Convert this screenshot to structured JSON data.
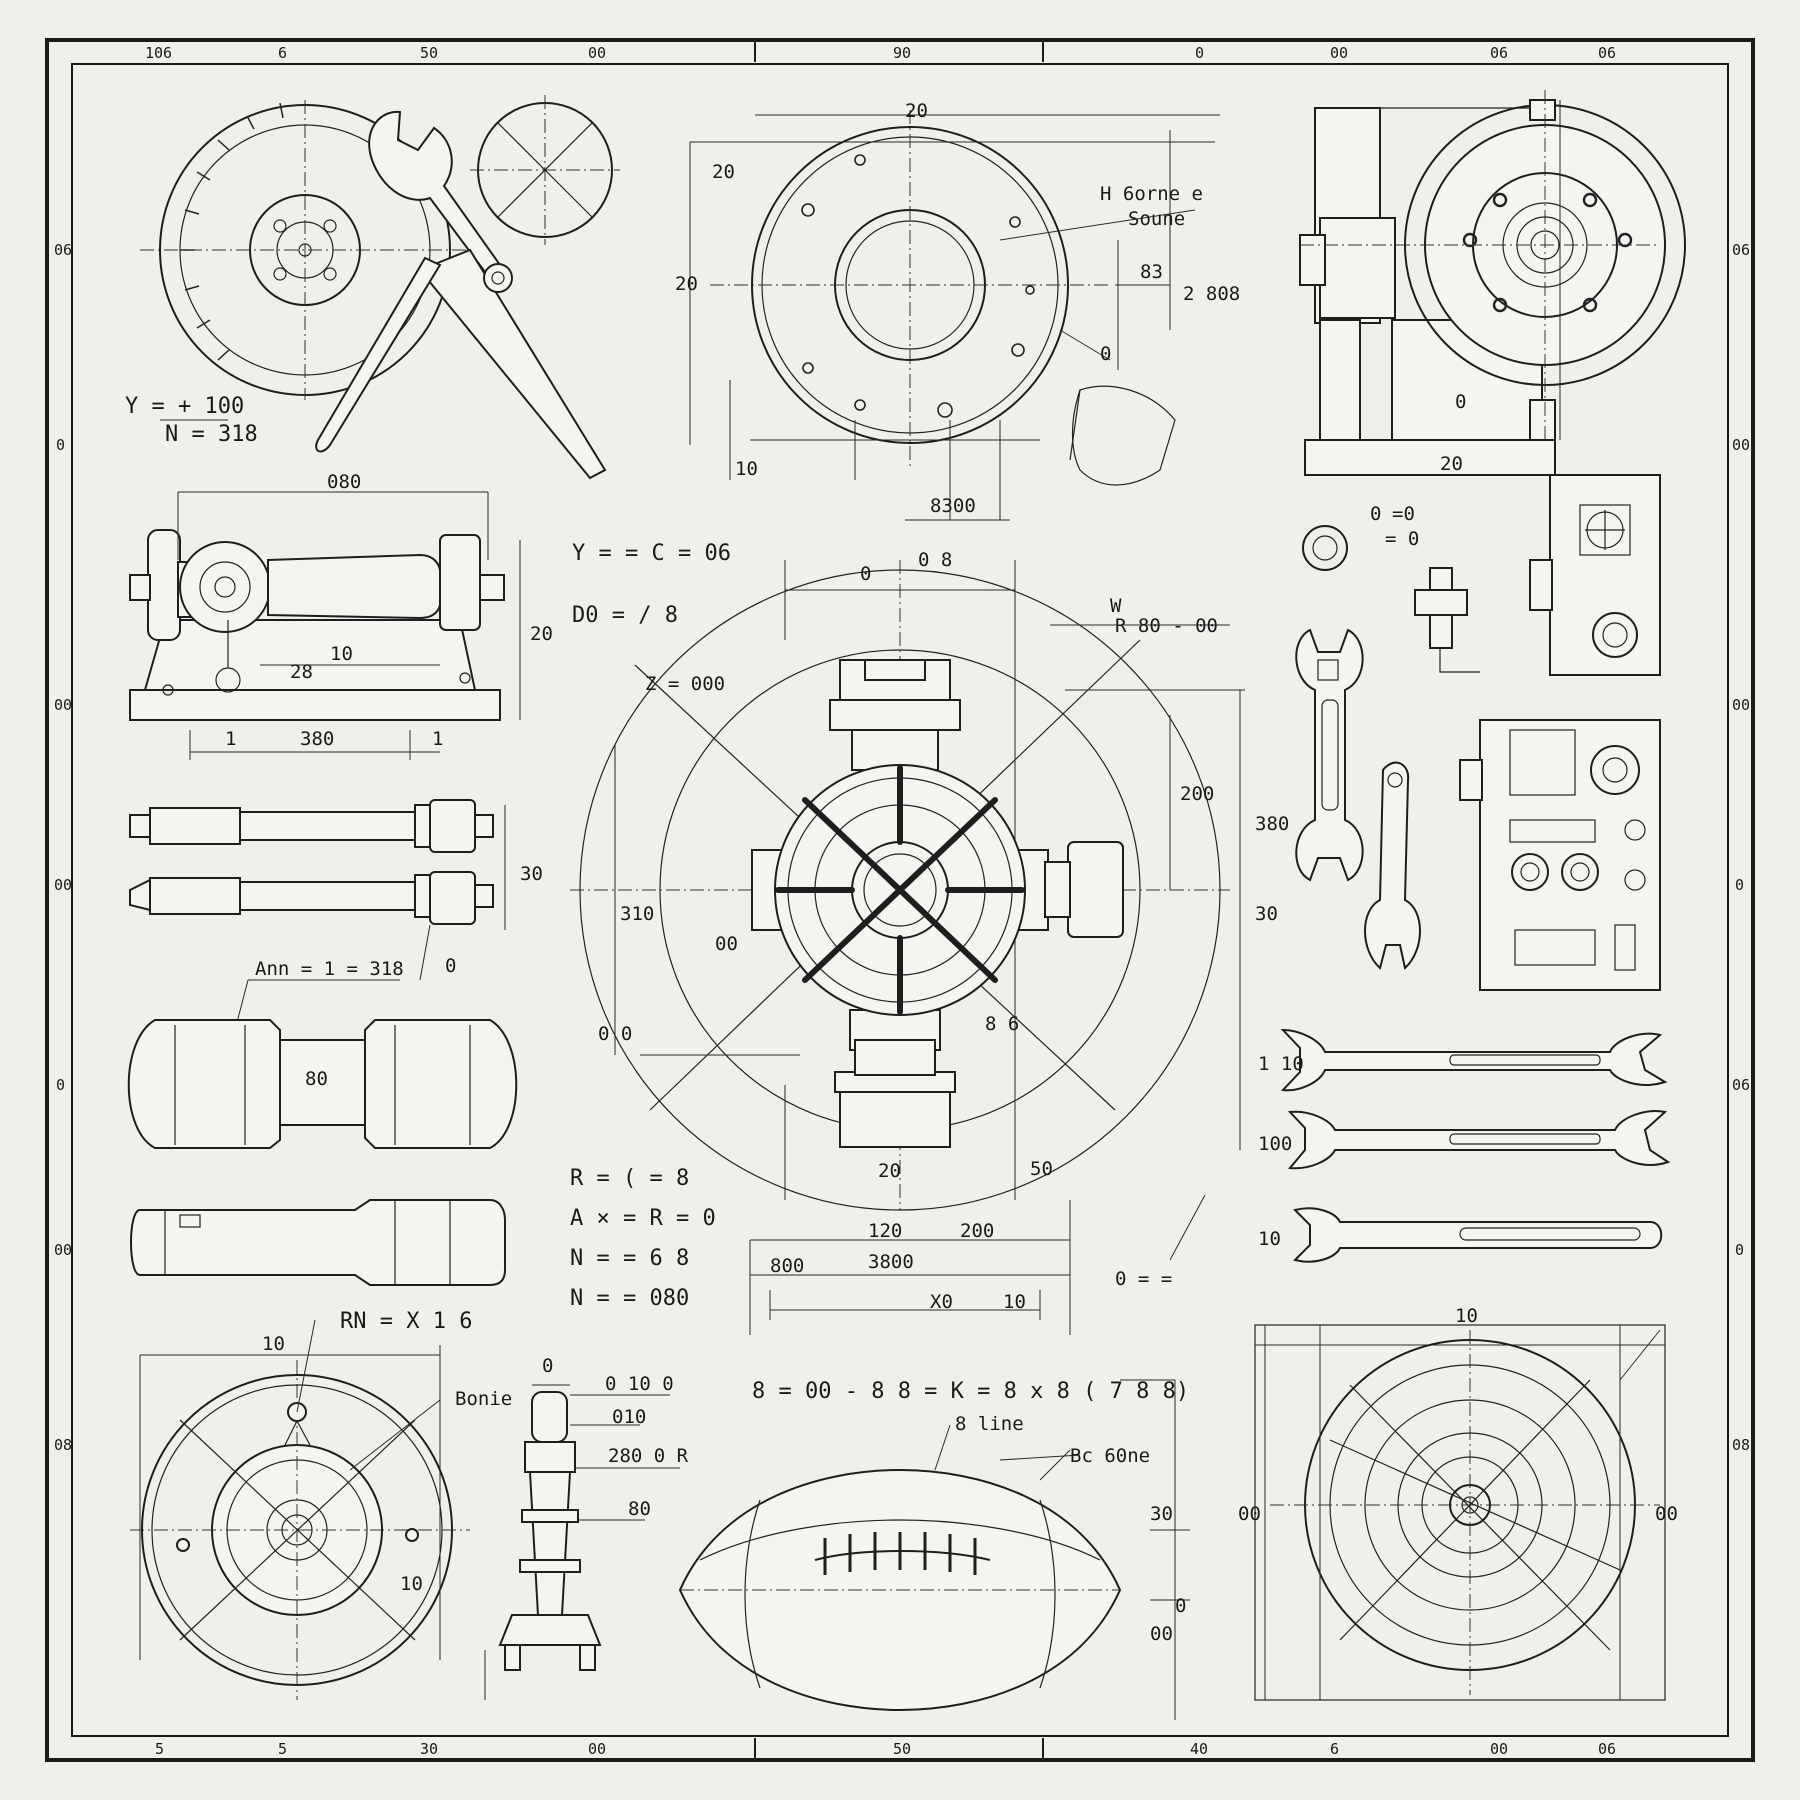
{
  "colors": {
    "paper": "#efefec",
    "ink": "#1e1e1e"
  },
  "ruler": {
    "top": [
      "106",
      "6",
      "50",
      "00",
      "90",
      "0",
      "00",
      "06",
      "06"
    ],
    "bottom": [
      "5",
      "5",
      "30",
      "00",
      "50",
      "40",
      "6",
      "00",
      "06"
    ],
    "left": [
      "06",
      "0",
      "00",
      "00",
      "0",
      "00",
      "08"
    ],
    "right": [
      "06",
      "00",
      "00",
      "0",
      "06",
      "0",
      "08"
    ]
  },
  "labels": {
    "gauge_eq1": "Y = + 100",
    "gauge_eq2": "N = 318",
    "ring_top": "20",
    "ring_left": "20",
    "ring_h": "20",
    "ring_bottom": "10",
    "ring_bottom_dim": "8300",
    "ring_note1": "H 6orne e",
    "ring_note2": "Soune",
    "ring_side1": "83",
    "ring_side2": "2 808",
    "ring_side3": "0",
    "pump_top": "20",
    "pump_bottom": "20",
    "pump_mid": "0",
    "lathe_top": "080",
    "lathe_h": "20",
    "lathe_mid1": "28",
    "lathe_mid2": "10",
    "lathe_bottom": "380",
    "lathe_bl": "1",
    "lathe_br": "1",
    "eq_top1": "Y = = C = 06",
    "eq_top2": "D0 = / 8",
    "shaft_dim": "30",
    "shaft_note": "Ann  = 1 = 318",
    "shaft_note2": "0",
    "roller_dim": "80",
    "small_top1": "0",
    "small_top2": "=0",
    "small_top3": "= 0",
    "center_top1": "0",
    "center_top2": "0 8",
    "center_right1": "W",
    "center_right2": "R  80 - 00",
    "center_diag": "Z = 000",
    "center_side": "380",
    "center_side2": "30",
    "center_side3": "200",
    "center_side4": "8 6",
    "center_left1": "310",
    "center_left2": "00",
    "center_left3": "0 0",
    "center_low1": "20",
    "center_low2": "50",
    "center_dim1": "120",
    "center_dim2": "200",
    "center_dim3": "3800",
    "center_dim4": "800",
    "center_dim5": "X0",
    "center_dim6": "10",
    "eq_mid1": "R = ( = 8",
    "eq_mid2": "A × = R = 0",
    "eq_mid3": "N = = 6 8",
    "eq_mid4": "N = = 080",
    "wrench_dim1": "1 10",
    "wrench_dim2": "100",
    "wrench_dim3": "10",
    "wrench_note": "0 = =",
    "bl_title": "RN = X 1 6",
    "bl_dim": "10",
    "bl_note": "Bonie",
    "bl_side": "10",
    "pin_top": "0",
    "pin_n1": "0 10 0",
    "pin_n2": "010",
    "pin_n3": "280 0 R",
    "pin_n4": "80",
    "ball_eq": "8 = 00 - 8 8  = K = 8 x 8 ( 7 8 8)",
    "ball_n1": "8 line",
    "ball_n2": "Bc 60ne",
    "ball_side1": "30",
    "ball_side2": "0",
    "ball_side3": "00",
    "disc_top": "10",
    "disc_left": "00",
    "disc_right": "00"
  }
}
